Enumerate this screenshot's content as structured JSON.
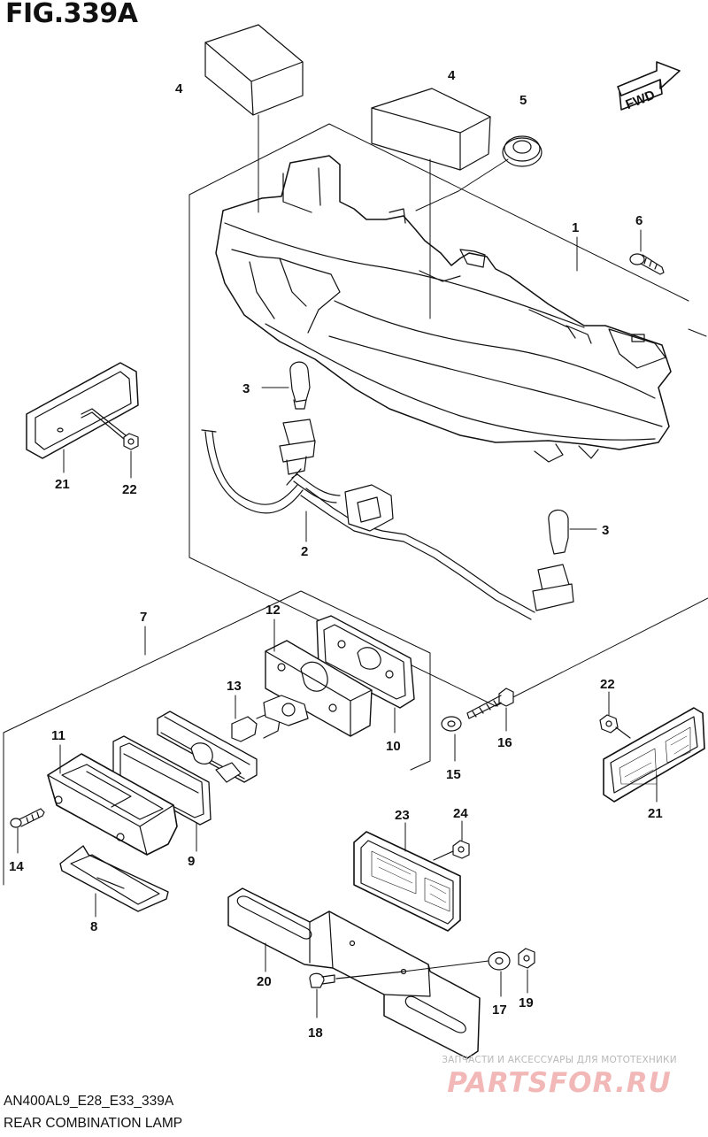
{
  "figure": {
    "title": "FIG.339A",
    "code": "AN400AL9_E28_E33_339A",
    "caption": "REAR COMBINATION LAMP"
  },
  "fwd_label": "FWD",
  "watermark": {
    "caption": "ЗАПЧАСТИ И АКСЕССУАРЫ ДЛЯ МОТОТЕХНИКИ",
    "logo": "PARTSFOR.RU"
  },
  "callouts": [
    {
      "id": "c4a",
      "label": "4"
    },
    {
      "id": "c4b",
      "label": "4"
    },
    {
      "id": "c5",
      "label": "5"
    },
    {
      "id": "c1",
      "label": "1"
    },
    {
      "id": "c6",
      "label": "6"
    },
    {
      "id": "c3a",
      "label": "3"
    },
    {
      "id": "c3b",
      "label": "3"
    },
    {
      "id": "c2",
      "label": "2"
    },
    {
      "id": "c21a",
      "label": "21"
    },
    {
      "id": "c22a",
      "label": "22"
    },
    {
      "id": "c7",
      "label": "7"
    },
    {
      "id": "c12",
      "label": "12"
    },
    {
      "id": "c13",
      "label": "13"
    },
    {
      "id": "c11",
      "label": "11"
    },
    {
      "id": "c10",
      "label": "10"
    },
    {
      "id": "c16",
      "label": "16"
    },
    {
      "id": "c15",
      "label": "15"
    },
    {
      "id": "c22b",
      "label": "22"
    },
    {
      "id": "c21b",
      "label": "21"
    },
    {
      "id": "c14",
      "label": "14"
    },
    {
      "id": "c9",
      "label": "9"
    },
    {
      "id": "c8",
      "label": "8"
    },
    {
      "id": "c23",
      "label": "23"
    },
    {
      "id": "c24",
      "label": "24"
    },
    {
      "id": "c20",
      "label": "20"
    },
    {
      "id": "c17",
      "label": "17"
    },
    {
      "id": "c19",
      "label": "19"
    },
    {
      "id": "c18",
      "label": "18"
    }
  ]
}
